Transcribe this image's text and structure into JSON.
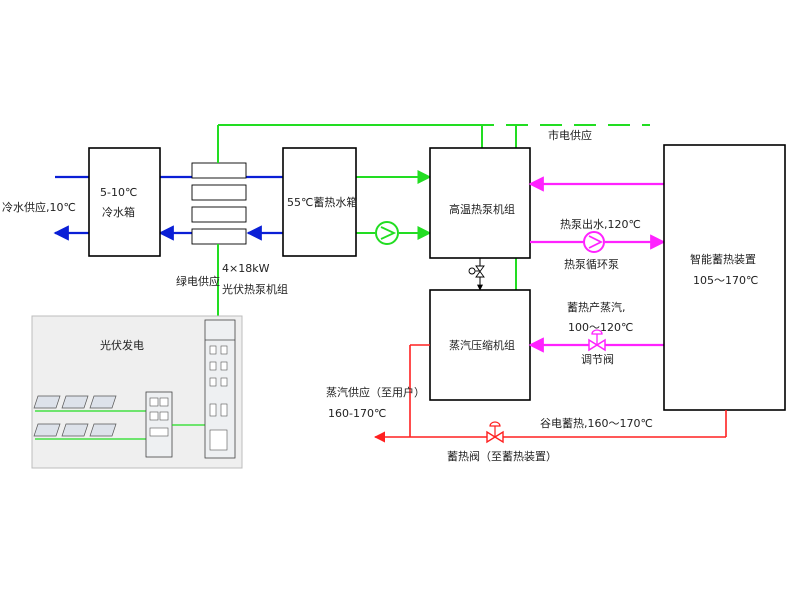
{
  "colors": {
    "cold_water": "#0a1fd6",
    "green_power": "#22dd22",
    "heat_pump_water": "#ff22ff",
    "steam": "#ff2020"
  },
  "labels": {
    "cold_water_supply": "冷水供应,10℃",
    "cold_tank_line1": "5-10℃",
    "cold_tank_line2": "冷水箱",
    "hot_tank": "55℃蓄热水箱",
    "pv_pump_line1": "4×18kW",
    "pv_pump_line2": "光伏热泵机组",
    "green_supply": "绿电供应",
    "pv_generation": "光伏发电",
    "grid_supply": "市电供应",
    "ht_heat_pump": "高温热泵机组",
    "steam_compressor": "蒸汽压缩机组",
    "hp_outlet": "热泵出水,120℃",
    "hp_circ_pump": "热泵循环泵",
    "storage_steam_line1": "蓄热产蒸汽,",
    "storage_steam_line2": "100～120℃",
    "reg_valve": "调节阀",
    "steam_supply_line1": "蒸汽供应（至用户）",
    "steam_supply_line2": "160-170℃",
    "valley_storage": "谷电蓄热,160～170℃",
    "storage_valve": "蓄热阀（至蓄热装置）",
    "smart_storage_line1": "智能蓄热装置",
    "smart_storage_line2": "105～170℃"
  }
}
